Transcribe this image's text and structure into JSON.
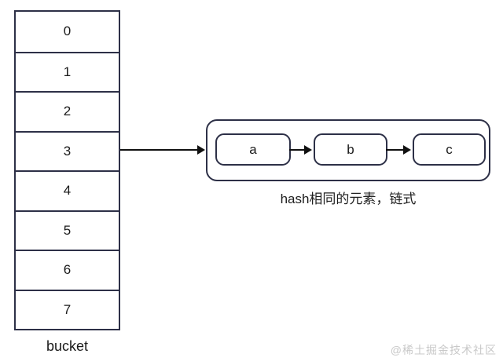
{
  "diagram": {
    "bucket": {
      "cells": [
        "0",
        "1",
        "2",
        "3",
        "4",
        "5",
        "6",
        "7"
      ],
      "label": "bucket",
      "linked_cell": "3"
    },
    "chain": {
      "nodes": [
        "a",
        "b",
        "c"
      ],
      "caption": "hash相同的元素，链式"
    },
    "watermark": "@稀土掘金技术社区",
    "colors": {
      "border": "#2d3047",
      "arrow": "#111111",
      "text": "#1a1a1a",
      "watermark": "#c8c8c8",
      "background": "#ffffff"
    }
  }
}
